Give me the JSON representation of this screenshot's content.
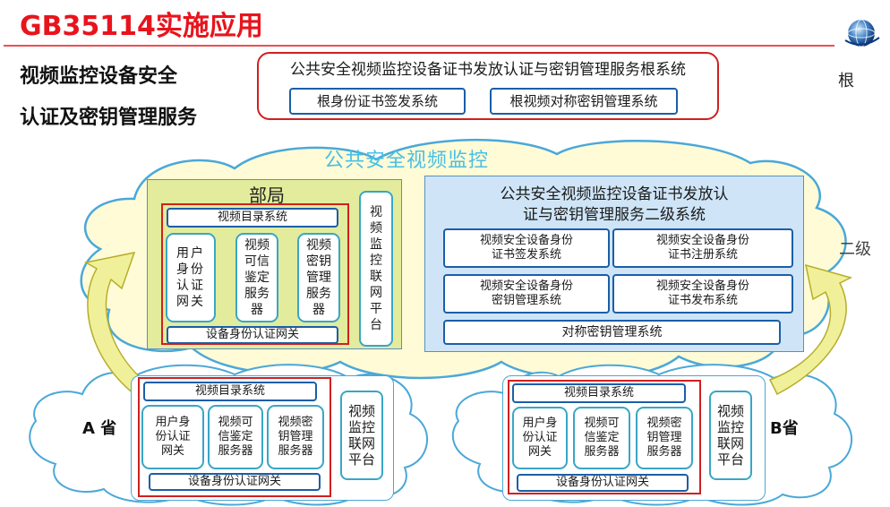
{
  "title": "GB35114实施应用",
  "subtitle_line1": "视频监控设备安全",
  "subtitle_line2": "认证及密钥管理服务",
  "level_root": "根",
  "level_second": "二级",
  "root_system": {
    "title": "公共安全视频监控设备证书发放认证与密钥管理服务根系统",
    "nodes": [
      "根身份证书签发系统",
      "根视频对称密钥管理系统"
    ]
  },
  "cloud_label": "公共安全视频监控",
  "ministry": {
    "label": "部局",
    "directory": "视频目录系统",
    "gateways": [
      "用户身份认证网关",
      "视频可信鉴定服务器",
      "视频密钥管理服务器"
    ],
    "device_gateway": "设备身份认证网关",
    "platform": "视频监控联网平台"
  },
  "second_level": {
    "title_line1": "公共安全视频监控设备证书发放认",
    "title_line2": "证与密钥管理服务二级系统",
    "nodes": [
      [
        "视频安全设备身份",
        "证书签发系统"
      ],
      [
        "视频安全设备身份",
        "证书注册系统"
      ],
      [
        "视频安全设备身份",
        "密钥管理系统"
      ],
      [
        "视频安全设备身份",
        "证书发布系统"
      ]
    ],
    "symmetric": "对称密钥管理系统"
  },
  "province_a": {
    "label": "A 省",
    "directory": "视频目录系统",
    "servers": [
      [
        "用户身",
        "份认证",
        "网关"
      ],
      [
        "视频可",
        "信鉴定",
        "服务器"
      ],
      [
        "视频密",
        "钥管理",
        "服务器"
      ]
    ],
    "device_gateway": "设备身份认证网关",
    "platform": [
      "视频",
      "监控",
      "联网",
      "平台"
    ]
  },
  "province_b": {
    "label": "B省",
    "directory": "视频目录系统",
    "servers": [
      [
        "用户身",
        "份认证",
        "网关"
      ],
      [
        "视频可",
        "信鉴定",
        "服务器"
      ],
      [
        "视频密",
        "钥管理",
        "服务器"
      ]
    ],
    "device_gateway": "设备身份认证网关",
    "platform": [
      "视频",
      "监控",
      "联网",
      "平台"
    ]
  },
  "colors": {
    "title_red": "#e8141c",
    "cloud_fill": "#fffbd6",
    "cloud_stroke": "#4aa8d8",
    "ministry_fill": "#e3ec9c",
    "second_fill": "#cfe5f7",
    "node_border": "#1b5ea8",
    "platform_border": "#38a6c6",
    "arrow_fill": "#f1f09a",
    "arrow_stroke": "#b6ad2a",
    "cloud_label": "#48bfe6"
  },
  "logo_icon": "globe-icon"
}
